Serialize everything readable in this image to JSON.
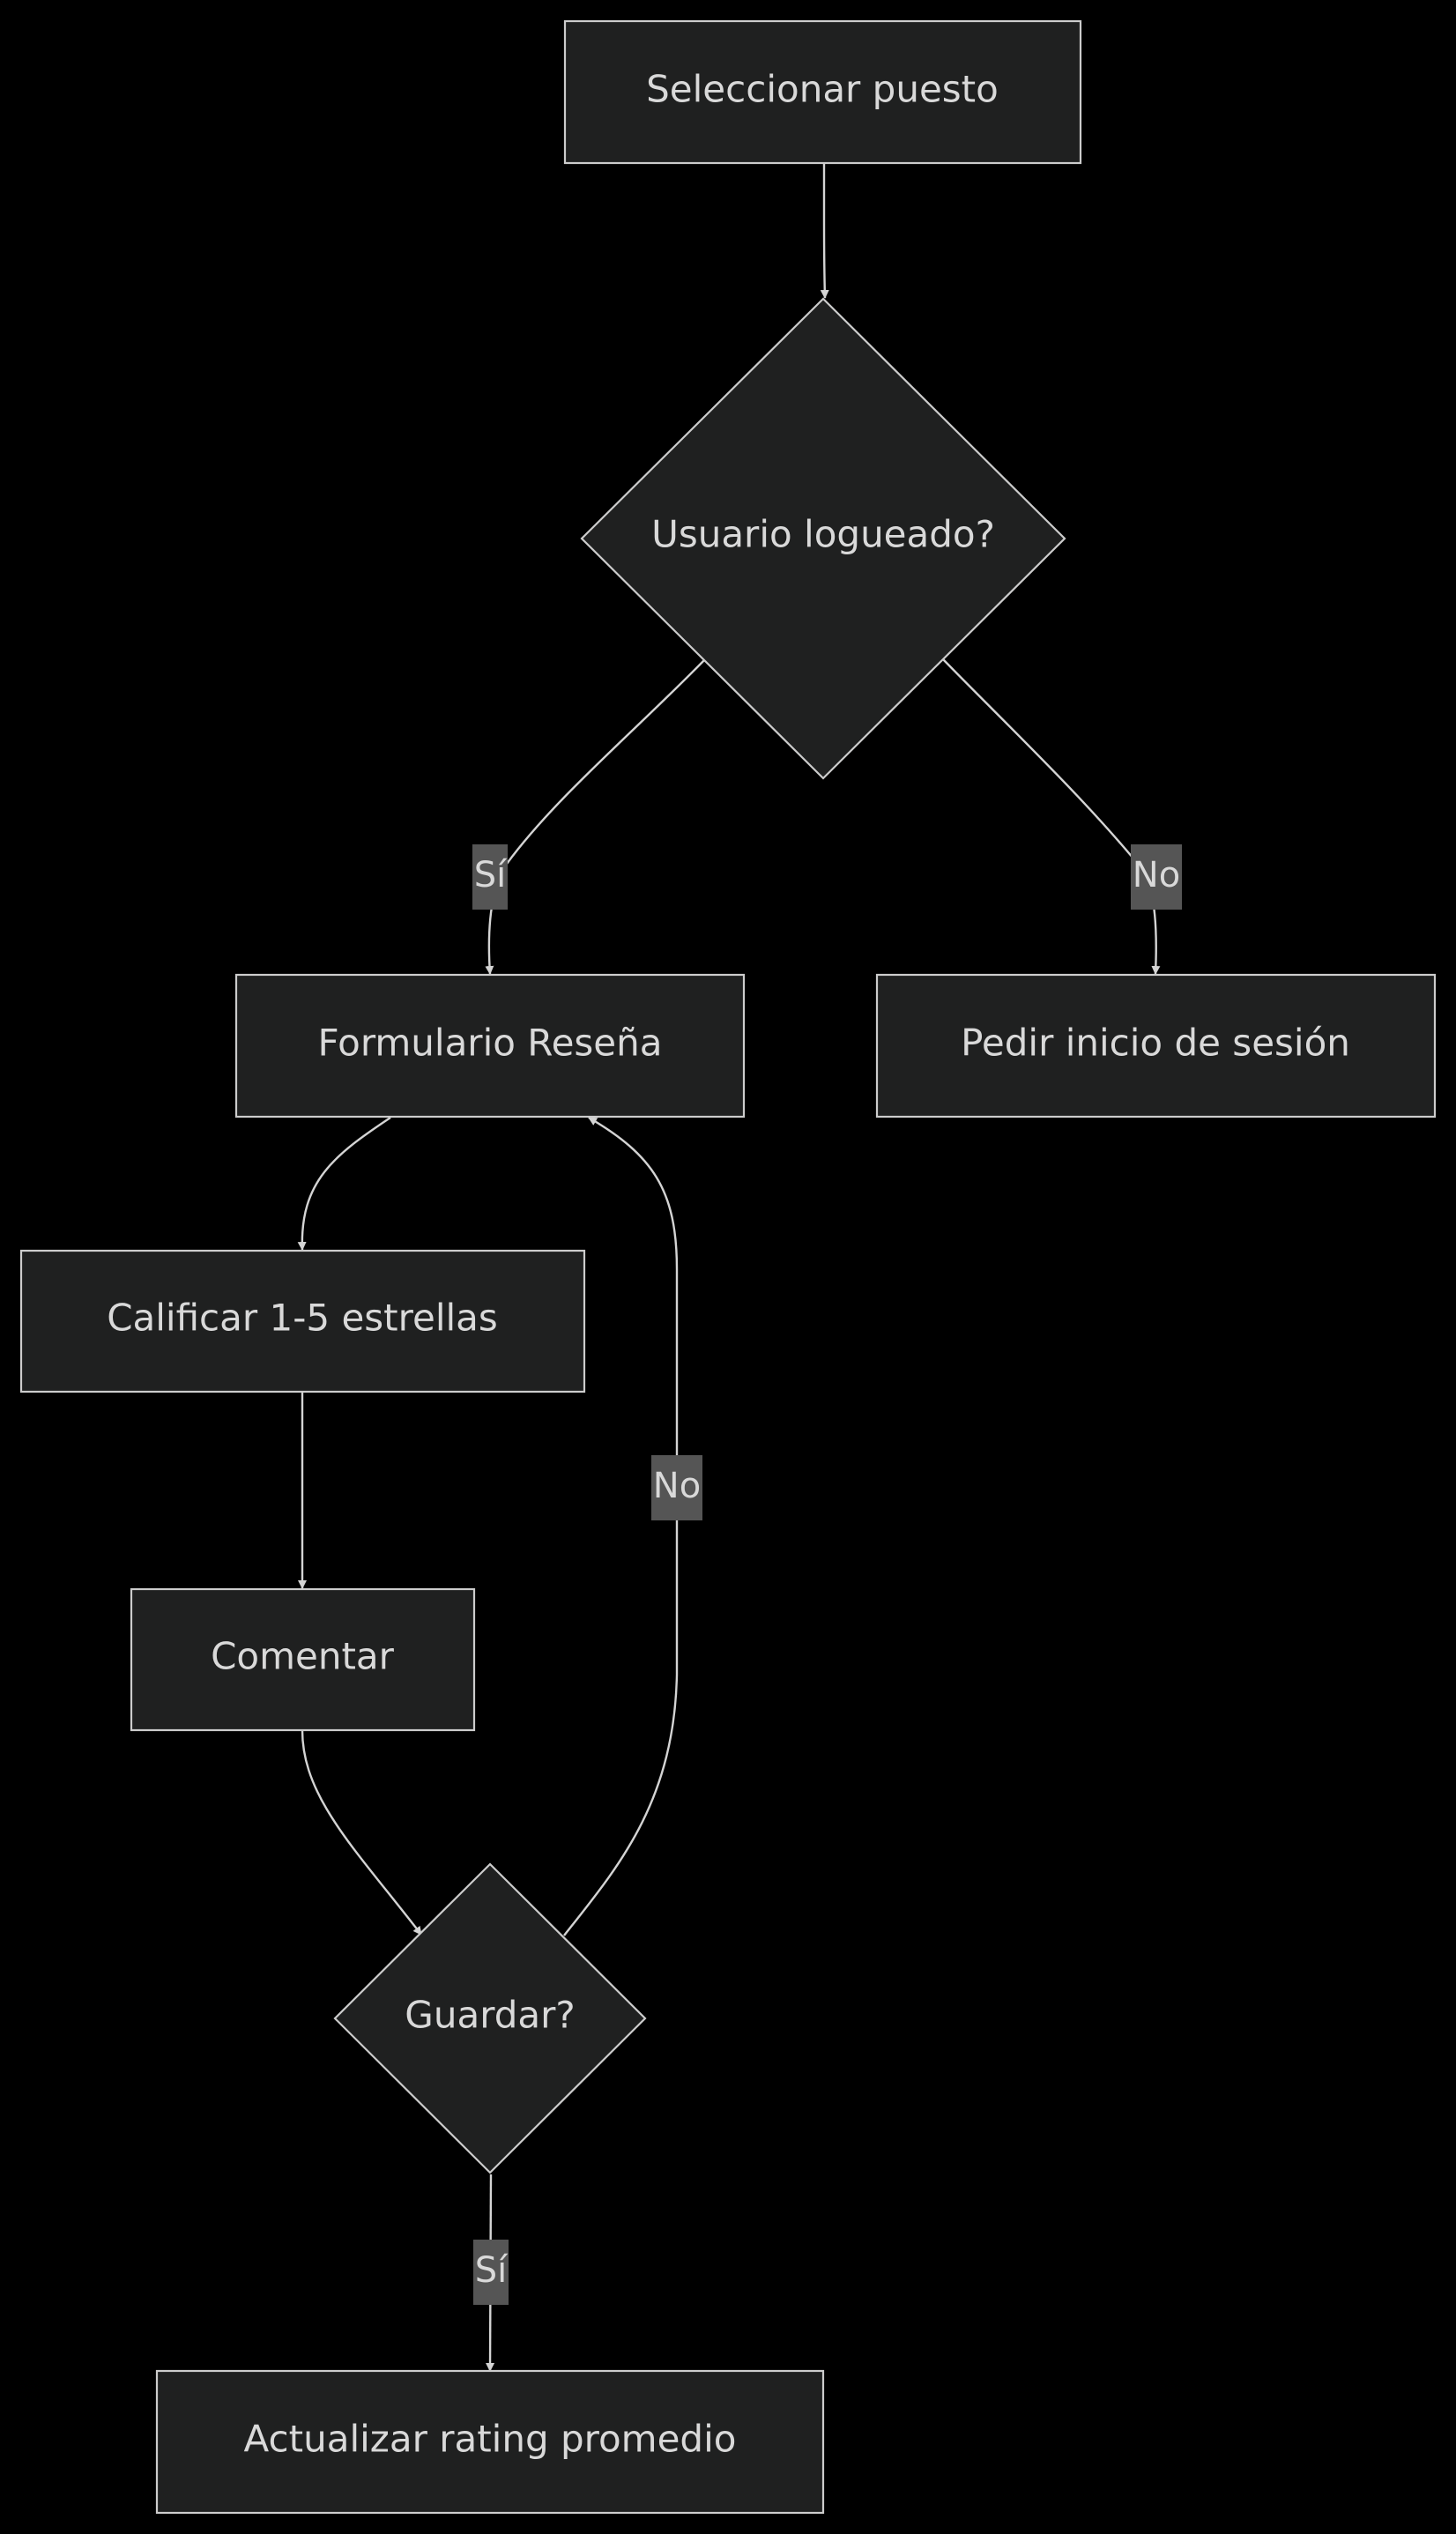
{
  "nodes": {
    "select": "Seleccionar puesto",
    "logged": "Usuario logueado?",
    "form": "Formulario Reseña",
    "login": "Pedir inicio de sesión",
    "rate": "Calificar 1-5 estrellas",
    "comment": "Comentar",
    "save": "Guardar?",
    "update": "Actualizar rating promedio"
  },
  "edges": {
    "logged_yes": "Sí",
    "logged_no": "No",
    "save_no": "No",
    "save_yes": "Sí"
  },
  "colors": {
    "background": "#000000",
    "node_fill": "#1f2020",
    "node_stroke": "#cccccc",
    "edge": "#d4d4d4",
    "label_bg": "#555555",
    "text": "#d9d9d9"
  }
}
